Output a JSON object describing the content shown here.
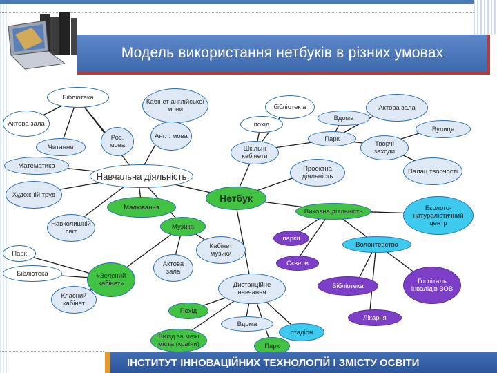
{
  "title": "Модель використання нетбуків в різних умовах",
  "footer": "ІНСТИТУТ ІННОВАЦІЙНИХ ТЕХНОЛОГІЙ І ЗМІСТУ ОСВІТИ",
  "colors": {
    "title_bg": "#4a79b8",
    "accent": "#b53a3a",
    "green": "#41c243",
    "cyan": "#3ec9ef",
    "purple": "#7d3fc8",
    "footer_bg": "#3f6db4"
  },
  "logo": "laptop-books-icon",
  "nodes": {
    "netbook": "Нетбук",
    "learning": "Навчальна діяльність",
    "library_top": "Бібліотека",
    "english_room": "Кабінет англійської мови",
    "assembly_hall_l": "Актова зала",
    "russian": "Рос. мова",
    "english_lang": "Англ. мова",
    "reading": "Читання",
    "math": "Математика",
    "art_work": "Художній труд",
    "drawing": "Малювання",
    "world": "Навколишній світ",
    "music": "Музика",
    "park_l": "Парк",
    "library_l": "Бібліотека",
    "green_room": "«Зелений кабінет»",
    "class_room": "Класний кабінет",
    "assembly_hall_m": "Актова зала",
    "music_room": "Кабінет музики",
    "trip": "Похід",
    "home_b": "Вдома",
    "travel": "Виїзд за межі міста (країни)",
    "park_b": "Парк",
    "stadium": "стадіон",
    "distance": "Дистанційне навчання",
    "library_tr": "бібліотек а",
    "trip_tr": "похід",
    "home_tr": "Вдома",
    "assembly_hall_r": "Актова зала",
    "street": "Вулиця",
    "school_rooms": "Шкільні кабінети",
    "park_r": "Парк",
    "creative": "Творчі заходи",
    "project": "Проектна діяльність",
    "palace": "Палац творчості",
    "upbringing": "Виховна діяльність",
    "eco": "Еколого-натуралістичний центр",
    "parks": "парки",
    "volunteer": "Волонтерство",
    "squares": "Сквери",
    "library_br": "Бібліотека",
    "hospital": "Госпіталь інвалідів ВОВ",
    "clinic": "Лікарня"
  }
}
